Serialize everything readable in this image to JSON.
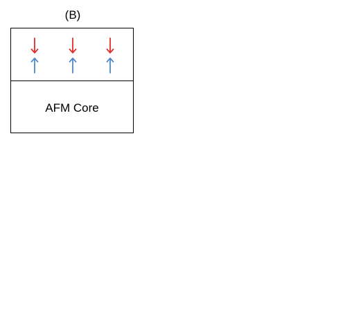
{
  "panel_label": "(B)",
  "core_label": "AFM Core",
  "spin_pairs": [
    {
      "down": "red-down-arrow",
      "up": "blue-up-arrow"
    },
    {
      "down": "red-down-arrow",
      "up": "blue-up-arrow"
    },
    {
      "down": "red-down-arrow",
      "up": "blue-up-arrow"
    }
  ],
  "colors": {
    "down_arrow": "#e02b2b",
    "up_arrow": "#4f86c6",
    "border": "#000000"
  }
}
